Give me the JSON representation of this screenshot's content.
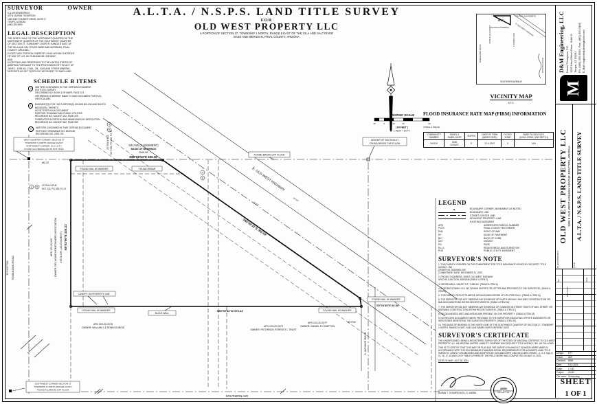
{
  "title": {
    "main": "A.L.T.A.  /  N.S.P.S. LAND TITLE SURVEY",
    "for_word": "FOR",
    "client": "OLD WEST PROPERTY LLC",
    "sub1": "A PORTION OF SECTION 27, TOWNSHIP 1 NORTH, RANGE 8 EAST OF THE GILA AND SALT RIVER",
    "sub2": "BASE AND MERIDIAN, PINAL COUNTY, ARIZONA"
  },
  "surveyor_owner": {
    "surveyor_heading": "SURVEYOR",
    "owner_heading": "OWNER",
    "surveyor_info": "D & M ENGINEERING\nATTN: DURAN THOMPSON\n1020 EAST GILBERT DRIVE, SUITE D\nTEMPE, AZ 85281\n(480) 350-9590"
  },
  "legal": {
    "heading": "LEGAL DESCRIPTION",
    "body": "THE NORTH HALF OF THE NORTHEAST QUARTER OF THE NORTHWEST QUARTER OF THE SOUTHWEST QUARTER OF SECTION 27, TOWNSHIP 1 NORTH, RANGE 8 EAST OF THE GILA AND SALT RIVER BASE AND MERIDIAN, PINAL COUNTY, ARIZONA;\nEXCEPT ANY PORTION THEREOF LYING WITHIN THE RIGHT OF WAY OF U.S. 60-70-80 AND 89 HIGHWAY;\nAND\nEXCEPTING AND RESERVING TO THE UNITED STATES OF AMERICA PURSUANT TO THE PROVISIONS OF THE ACT OF JUNE 1, 1938 ALL COAL, OIL, GAS AND OTHER MINERAL DEPOSITS AS SET FORTH IN THE PATENT TO SAID LAND."
  },
  "schedule_b": {
    "heading": "SCHEDULE B ITEMS",
    "items": [
      {
        "num": "4",
        "text": "MATTERS CONTAINED IN THAT CERTAIN DOCUMENT\nENTITLED: SURVEY\nRECORDING NO: BOOK 2 OF MAPS, PAGE 123\nREFERENCE IS HEREBY MADE TO SAID DOCUMENT FOR FULL PARTICULARS."
      },
      {
        "num": "5",
        "text": "EASEMENT(S) FOR THE PURPOSE(S) SHOWN BELOW AND RIGHTS INCIDENTAL THERETO\nAS SET FORTH IN A DOCUMENT\nPURPOSE: ROADWAY AND PUBLIC UTILITIES\nRECORDING NO: DOCKET 232, PAGE 325\nTHEREAFTER A PORTION WAS ABANDONED BY RESOLUTION\nRECORDING NO: DOCKET 542, PAGE 559"
      },
      {
        "num": "6",
        "text": "MATTERS CONTAINED IN THAT CERTAIN DOCUMENT\nENTITLED: ORDINANCE NO. 52200-80\nRECORDING NO: 2005-700"
      }
    ]
  },
  "firm": {
    "title": "FLOOD INSURANCE RATE MAP (FIRM) INFORMATION",
    "title_note": "(TABLE A ITEM 3)",
    "headers": [
      "COMMUNITY\nNUMBER",
      "PANEL #\nPANEL DATE",
      "SUFFIX",
      "DATE OF FIRM\n(INDEX DATE)",
      "FLOOD\nZONE",
      "BASE FLOOD ELEV.\n(IN AO ZONE, USE DEPTH)"
    ],
    "row": [
      "040120",
      "0020\n12/04/07",
      "E",
      "12-4-2007",
      "X",
      "N/A"
    ]
  },
  "scale": {
    "title": "GRAPHIC SCALE",
    "ticks": [
      "30",
      "0",
      "15",
      "30",
      "60"
    ],
    "in_feet": "( IN FEET )",
    "ratio": "1 INCH = 30 FT."
  },
  "vicinity": {
    "title": "VICINITY MAP",
    "nts": "N.T.S.",
    "top_road": "5TH AVE (ALIGNMENT)",
    "bottom_road": "SOUTHERN AVENUE",
    "left_road": "TOMAHAWK ROAD",
    "right_road": "COYOTE ROAD",
    "highway": "E. OLD WEST HIGHWAY",
    "site": "SITE",
    "site_below": "7TH AVE (ALIGNMENT)",
    "site_left": "VISTA DR (ALIGNMENT)",
    "site_right": "S. MOJAVE ROAD"
  },
  "legend": {
    "heading": "LEGEND",
    "symbol_rows": [
      {
        "label": "BOUNDARY CORNER, MONUMENT AS NOTED"
      },
      {
        "label": "BOUNDARY LINE"
      },
      {
        "label": "STREET CENTER LINE"
      },
      {
        "label": "ADJACENT PROPERTY LINE"
      },
      {
        "label": "EXISTING EASEMENT"
      }
    ],
    "corner_glyph": "▲",
    "abbrev_rows": [
      {
        "abbr": "APN",
        "label": "ASSESSOR'S PARCEL NUMBER"
      },
      {
        "abbr": "P.C.R.",
        "label": "PINAL COUNTY RECORDER"
      },
      {
        "abbr": "R/W",
        "label": "RIGHT OF WAY"
      },
      {
        "abbr": "EP",
        "label": "EDGE OF PAVEMENT"
      },
      {
        "abbr": "B/C",
        "label": "BACK OF CURB"
      },
      {
        "abbr": "DKT",
        "label": "DOCKET"
      },
      {
        "abbr": "PG",
        "label": "PAGE"
      },
      {
        "abbr": "R.L.S.",
        "label": "REGISTERED LAND SURVEYOR"
      },
      {
        "abbr": "PUE",
        "label": "PUBLIC UTILITY EASEMENT"
      }
    ]
  },
  "notes": {
    "heading": "SURVEYOR'S NOTE",
    "items": [
      "1. THIS SURVEY IS BASED ON THE COMMITMENT FOR TITLE INSURANCE ISSUED BY SECURITY TITLE AGENCY, INC.\nORDER NO. 50209000-005\nCOMMITMENT DATE: DECEMBER 11, 2020",
      "2. PROJECT ADDRESS:   1905 E OLD WEST HIGHWAY\n                                APACHE JUNCTION, ARIZONA  (TABLE A ITEM 2)",
      "3. GROSS AREA:   146,257 S.F., 3.358 AC.   (TABLE A ITEM 4)",
      "4. EXISTING ZONING: B-5. NO ZONING REPORT OR LETTER WAS PROVIDED TO THE SURVEYOR.  (TABLE A ITEM 6)",
      "5. THIS SURVEY REFLECTS ABOVE GROUND INDICATIONS OF UTILITIES ONLY.  (TABLE A ITEM 11)",
      "6. THE SURVEYOR DID NOT OBSERVE ANY EVIDENCE OF EARTH MOVING, BUILDING CONSTRUCTION OR BUILDING ADDITIONS WITHIN RECENT MONTHS.  (TABLE A ITEM 16)",
      "7. THE SURVEYOR DID NOT OBSERVE ANY EVIDENCE OF CHANGES IN STREET RIGHT OF WAY, STREET OR SIDEWALK CONSTRUCTION WITHIN RECENT MONTHS.  (TABLE A ITEM 17)",
      "8. NO DELINEATED WETLAND AREAS ARE PRESENT ON THE PROPERTY.  (TABLE A ITEM 18)",
      "9. NO RECORD DOCUMENTS WERE PROVIDED TO THE SURVEYOR INDICATING OFFSITE EASEMENTS OR SERVITUDES BENEFITING THE SURVEYED PROPERTY.  (TABLE A ITEM 19)",
      "10. THE BASIS OF BEARING IS THE NORTH LINE OF THE SOUTHWEST QUARTER OF SECTION 27, TOWNSHIP 1 NORTH, RANGE 8 EAST. SAID LINE BEARS NORTH 89°59'54\" EAST."
    ]
  },
  "certificate": {
    "heading": "SURVEYOR'S CERTIFICATE",
    "para1": "THE UNDERSIGNED, BEING A REGISTERED SURVEYOR OF THE STATE OF ARIZONA, CERTIFIES TO OLD WEST PROPERTY LLC, AN ARIZONA LIMITED LIABILITY COMPANY AND SECURITY TITLE AGENCY, INC. AS FOLLOWS:",
    "para2": "THIS IS TO CERTIFY THAT THIS MAP OR PLAT AND THE SURVEY ON WHICH IT IS BASED WERE MADE IN ACCORDANCE WITH THE 2016 MINIMUM STANDARD DETAIL REQUIREMENTS FOR ALTA/NSPS LAND TITLE SURVEYS, JOINTLY ESTABLISHED AND ADOPTED BY ALTA AND NSPS, AND INCLUDES ITEMS 1, 2, 3, 4, 6(a), 8, 11, 16, 17, 18 AND 19 OF TABLE A THEREOF. THE FIELD WORK WAS COMPLETED ON MAY 12, 2021.",
    "date_line": "DATE OF MAP:  JULY 18, 2021",
    "signer": "DURAN T. THOMPSON R.L.S. #48550",
    "seal_number": "48550",
    "seal_name": "DURAN T. THOMPSON",
    "seal_state": "ARIZONA, U.S.A."
  },
  "drawing": {
    "labels": [
      "5th AVE (ALIGNMENT)",
      "BASIS OF BEARINGS",
      "2646.58'",
      "N89°59'54\"E  655.36'",
      "FOUND NAIL W/ WASHER",
      "FOUND REBAR",
      "FOUND BRASS CAP FLUSH",
      "CENTER OF SECTION 27",
      "FOUND BRASS CAP FLUSH",
      "E. OLD WEST HIGHWAY",
      "S55°05'32\"E  355.54'",
      "N0°02'06\"E  330.21'",
      "FOUND NAIL W/ WASHER",
      "FOUND NAIL W/ WASHER",
      "FOUND NAIL W/ WASHER",
      "S0°04'35\"E  66.58'",
      "S89°59'54\"W  579.44'",
      "CANOPY ON PROPERTY LINE",
      "BLOCK WALL",
      "APN 103-20-007D",
      "OWNER: WILLIAM J & ROBIN DUBOIS",
      "APN 103-20-007E",
      "OWNER: PETERSON FORREST L TRUST",
      "APN 103-20-007F",
      "OWNER: DANIEL R COMPTON",
      "APN 103-20-005",
      "OWNER: DEL AGAVE HOMEOWNERS ASSOCIATION",
      "VISTA DR. (ALIGNMENT)",
      "TOMAHAWK ROAD",
      "33' EXIST R/W",
      "S. MOJAVE ROAD",
      "33' R/W",
      "20' R/W & PUE",
      "DKT 232, PG 325, P.C.R.",
      "20' R/W & PUE",
      "DKT 232, PG 325, P.C.R.",
      "WEST QUARTER CORNER, SECTION 27",
      "TOWNSHIP 1 NORTH, RANGE 8 EAST",
      "NORTHWEST CORNER, GLO LOT 1",
      "FOUND GLO BRASS CAP IN POT HOLE",
      "SOUTHWEST CORNER SECTION 27",
      "TOWNSHIP 1 NORTH, RANGE 8 EAST",
      "FOUND ALUMINUM CAP FLUSH",
      "SOUTHERN AVE",
      "663.30'",
      "12' EP",
      "24' EP",
      "4",
      "5",
      "4",
      "5",
      "4",
      "5"
    ]
  },
  "sidebar": {
    "company_name": "D&M Engineering, LLC",
    "company_info": "Duran Thompson, P.E.\n1020 East Gilbert Drive, Suite D\nTempe, AZ  85281\nPh. (480) 350-9590, Fax: (480) 350-9486\nE-Mail: engineer@dmengineer.com",
    "logo_letter": "M",
    "client_label": "CLIENT/PROJECT",
    "client_name": "OLD WEST PROPERTY LLC",
    "client_addr": "1905 E OLD WEST HIGHWAY   APACHE JUNCTION, ARIZONA",
    "title_label": "TITLE",
    "title_text": "A.L.T.A. / N.S.P.S. LAND TITLE SURVEY",
    "rev_col1": "No.",
    "rev_col2": "Description",
    "rev_col3": "Date",
    "info_rows": [
      {
        "label": "Design:",
        "value": "DTT"
      },
      {
        "label": "Drawn:",
        "value": "ADF"
      },
      {
        "label": "Checked:",
        "value": "BWB"
      },
      {
        "label": "Date:",
        "value": "8-10-2021"
      },
      {
        "label": "Scale:",
        "value": "1\"=30'"
      },
      {
        "label": "Project:",
        "value": "21042"
      },
      {
        "label": "File name:",
        "value": "Survey.dwg"
      }
    ],
    "sheet_label": "SHEET",
    "sheet_num": "1  OF  1"
  }
}
